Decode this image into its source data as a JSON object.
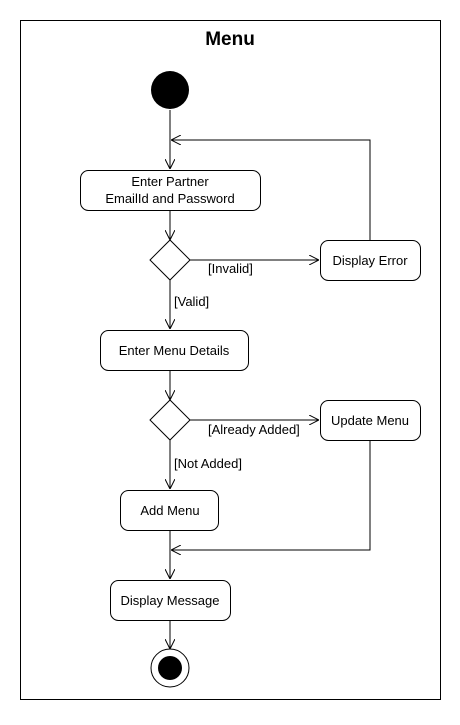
{
  "diagram": {
    "title": "Menu",
    "nodes": {
      "enter_credentials": [
        "Enter Partner",
        "EmailId and Password"
      ],
      "display_error": "Display Error",
      "enter_menu_details": "Enter Menu Details",
      "update_menu": "Update Menu",
      "add_menu": "Add Menu",
      "display_message": "Display Message"
    },
    "guards": {
      "invalid": "[Invalid]",
      "valid": "[Valid]",
      "already_added": "[Already Added]",
      "not_added": "[Not Added]"
    }
  }
}
